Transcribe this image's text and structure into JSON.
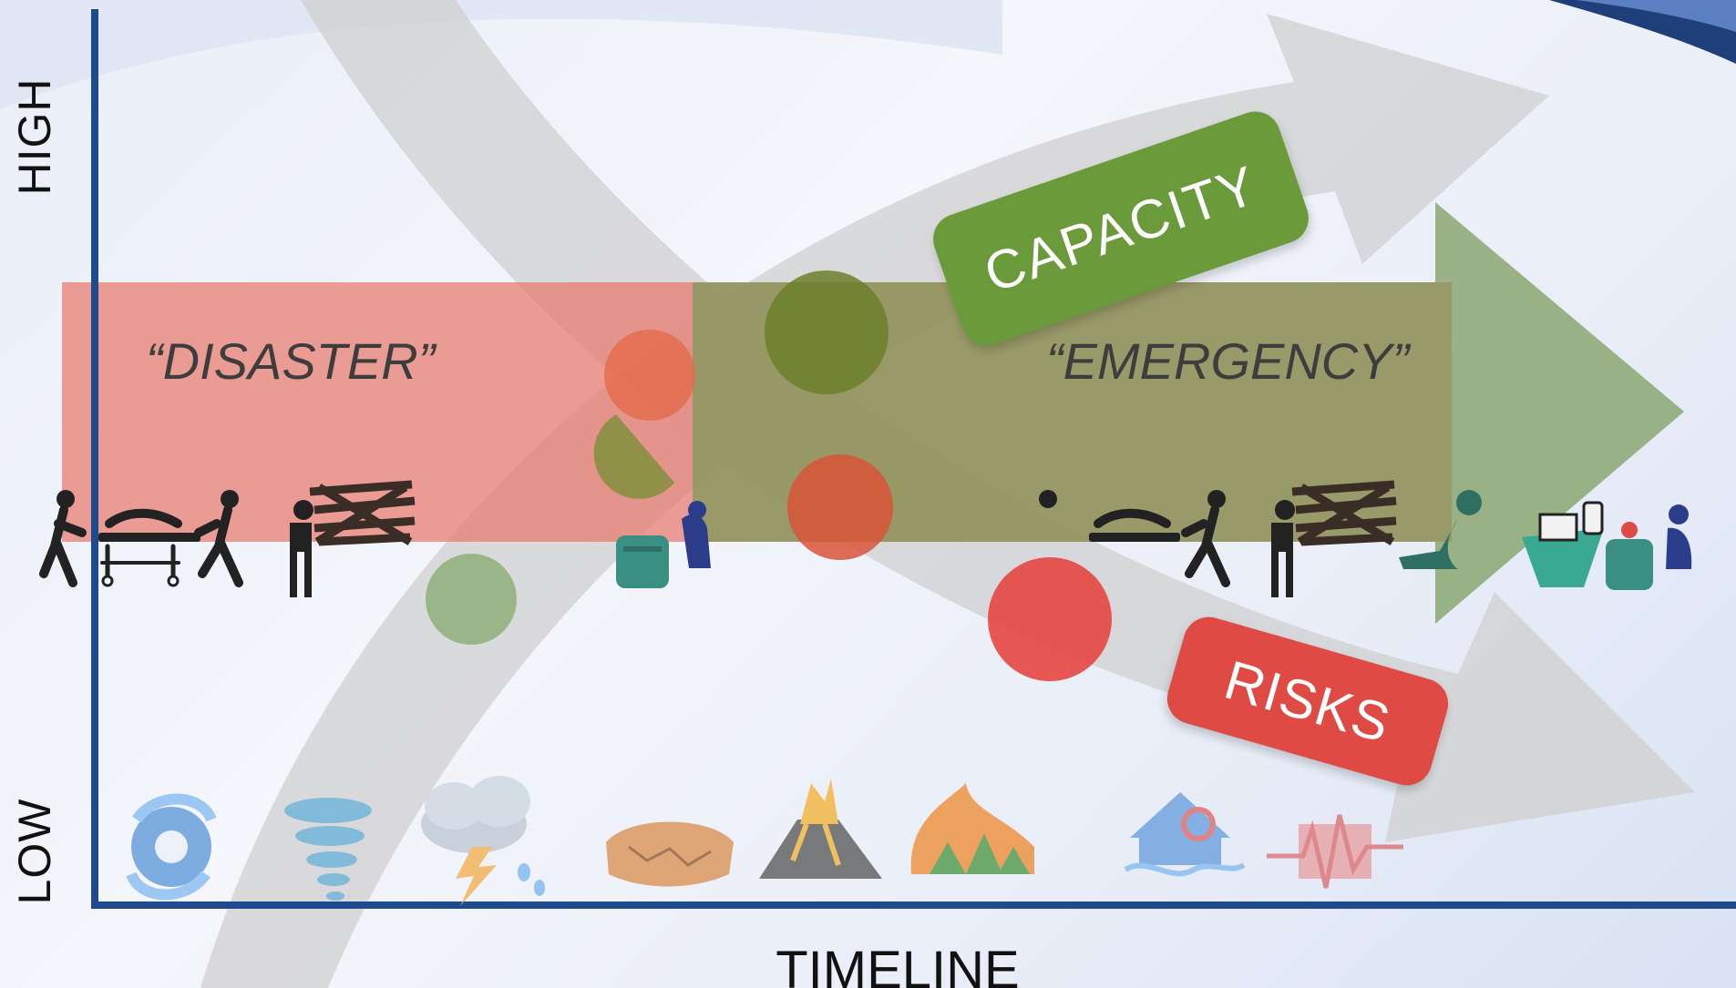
{
  "axes": {
    "y_high": "HIGH",
    "y_low": "LOW",
    "x": "TIMELINE"
  },
  "zones": {
    "disaster": "“DISASTER”",
    "emergency": "“EMERGENCY”"
  },
  "curves": {
    "capacity": "CAPACITY",
    "risks": "RISKS"
  },
  "colors": {
    "axis": "#1f4b8e",
    "band_red": "#e8786b",
    "arrow_green": "#7a9a59",
    "capacity": "#6b9a3a",
    "risks": "#e04a45",
    "curve_gray": "#cfcfcf"
  },
  "hazard_icons": [
    "hurricane-icon",
    "tornado-icon",
    "thunderstorm-icon",
    "drought-icon",
    "volcano-icon",
    "wildfire-icon",
    "flood-icon",
    "earthquake-icon"
  ],
  "response_icons": [
    "stretcher-rescue-icon",
    "collapsed-building-icon",
    "aid-kit-icon",
    "first-aid-icon"
  ]
}
